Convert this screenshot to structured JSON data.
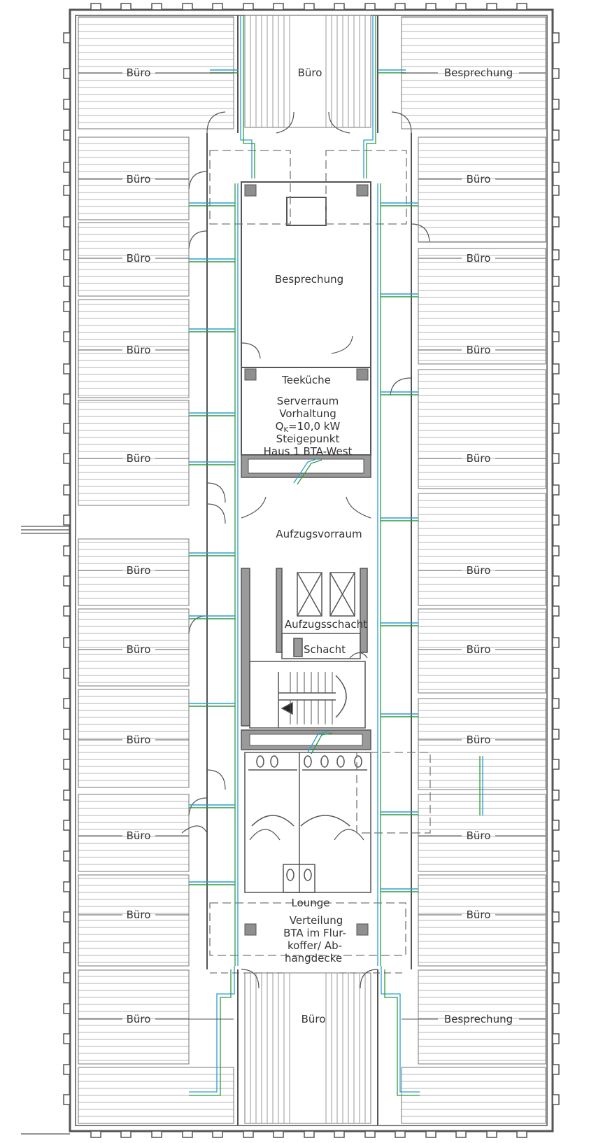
{
  "rooms": {
    "buero": "Büro",
    "besprechung": "Besprechung",
    "teekueche": "Teeküche",
    "aufzugsvorraum": "Aufzugsvorraum",
    "aufzugsschacht": "Aufzugsschacht",
    "schacht": "Schacht",
    "lounge": "Lounge"
  },
  "annotations": {
    "server_1": "Serverraum",
    "server_2": "Vorhaltung",
    "server_3_q": "Q",
    "server_3_sub": "K",
    "server_3_val": "=10,0 kW",
    "steige_1": "Steigepunkt",
    "steige_2": "Haus 1 BTA-West",
    "vert_1": "Verteilung",
    "vert_2": "BTA im Flur-",
    "vert_3": "koffer/ Ab-",
    "vert_4": "hangdecke"
  },
  "colors": {
    "wall": "#555555",
    "wall_fill": "#9a9a9a",
    "pipe_blue": "#2a9fd6",
    "pipe_green": "#2e9b3c",
    "heating_line": "#aaaaaa",
    "dash": "#777777"
  }
}
